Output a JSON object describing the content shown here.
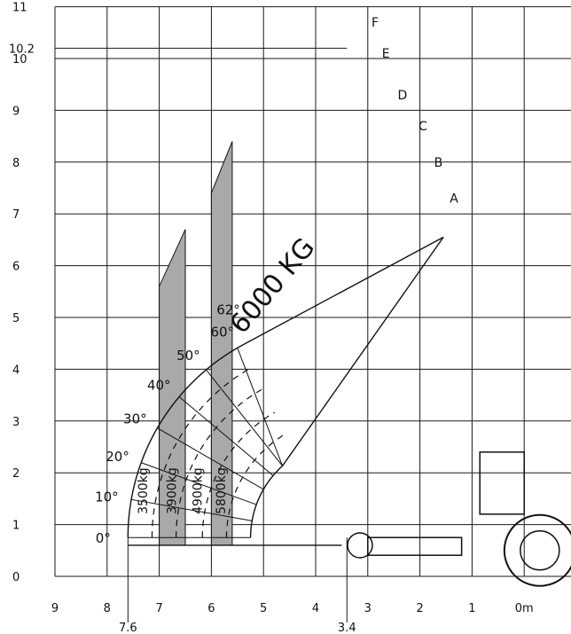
{
  "chart_data": {
    "type": "load-chart",
    "x_ticks": [
      "9",
      "8",
      "7",
      "6",
      "5",
      "4",
      "3",
      "2",
      "1",
      "0m"
    ],
    "x_tick_values": [
      9,
      8,
      7,
      6,
      5,
      4,
      3,
      2,
      1,
      0
    ],
    "x_extra_ticks": [
      {
        "label": "7.6",
        "value": 7.6
      },
      {
        "label": "3.4",
        "value": 3.4
      }
    ],
    "y_ticks": [
      "0",
      "1",
      "2",
      "3",
      "4",
      "5",
      "6",
      "7",
      "8",
      "9",
      "10",
      "11"
    ],
    "y_tick_values": [
      0,
      1,
      2,
      3,
      4,
      5,
      6,
      7,
      8,
      9,
      10,
      11
    ],
    "y_extra_ticks": [
      {
        "label": "10.2",
        "value": 10.2
      }
    ],
    "xlim": [
      9,
      0
    ],
    "ylim": [
      0,
      11
    ],
    "grid": true,
    "pivot": {
      "x": 3.4,
      "y": 0.75
    },
    "arc_outer_reach_zero_deg": 7.6,
    "angles": [
      {
        "label": "0°",
        "deg": 0
      },
      {
        "label": "10°",
        "deg": 10
      },
      {
        "label": "20°",
        "deg": 20
      },
      {
        "label": "30°",
        "deg": 30
      },
      {
        "label": "40°",
        "deg": 40
      },
      {
        "label": "50°",
        "deg": 50
      },
      {
        "label": "60°",
        "deg": 60
      },
      {
        "label": "62°",
        "deg": 62
      }
    ],
    "extension_letters": [
      "A",
      "B",
      "C",
      "D",
      "E",
      "F"
    ],
    "center_label": "6000 KG",
    "capacity_zones": [
      {
        "label": "3500kg",
        "x_from": 7.6,
        "x_to": 7.0
      },
      {
        "label": "3900kg",
        "x_from": 7.0,
        "x_to": 6.5
      },
      {
        "label": "4900kg",
        "x_from": 6.5,
        "x_to": 6.0
      },
      {
        "label": "5800kg",
        "x_from": 6.0,
        "x_to": 5.6
      }
    ],
    "shaded_bands": [
      {
        "x_from": 7.0,
        "x_to": 6.5,
        "y_top_left": 5.6,
        "y_top_right": 6.7
      },
      {
        "x_from": 6.0,
        "x_to": 5.6,
        "y_top_left": 7.4,
        "y_top_right": 8.4
      }
    ],
    "colors": {
      "grid": "#1a1a1a",
      "band": "#a9a9ab",
      "lines": "#111111"
    }
  }
}
